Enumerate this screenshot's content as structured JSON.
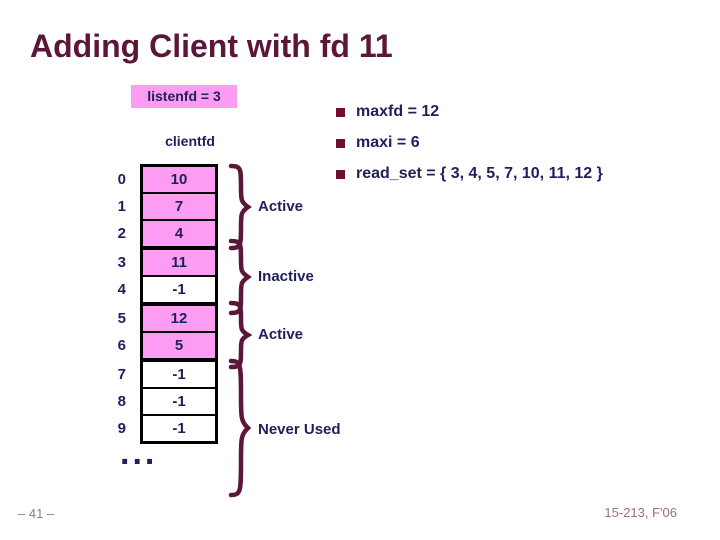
{
  "title": "Adding Client with fd 11",
  "labels": {
    "listenfd": "listenfd = 3",
    "clientfd": "clientfd"
  },
  "array": {
    "rows": [
      {
        "index": "0",
        "value": "10"
      },
      {
        "index": "1",
        "value": "7"
      },
      {
        "index": "2",
        "value": "4",
        "thick_divider": true
      },
      {
        "index": "3",
        "value": "11"
      },
      {
        "index": "4",
        "value": "-1",
        "empty": true,
        "thick_divider": true
      },
      {
        "index": "5",
        "value": "12"
      },
      {
        "index": "6",
        "value": "5",
        "thick_divider": true
      },
      {
        "index": "7",
        "value": "-1",
        "empty": true
      },
      {
        "index": "8",
        "value": "-1",
        "empty": true
      },
      {
        "index": "9",
        "value": "-1",
        "empty": true
      }
    ],
    "ellipsis": "..."
  },
  "braces": [
    {
      "label": "Active"
    },
    {
      "label": "Inactive"
    },
    {
      "label": "Active"
    },
    {
      "label": "Never Used"
    }
  ],
  "bullets": [
    "maxfd = 12",
    "maxi = 6",
    "read_set = { 3, 4, 5, 7, 10, 11, 12 }"
  ],
  "footer": {
    "page": "– 41 –",
    "course": "15-213, F'06"
  },
  "colors": {
    "maroon": "#5C1637",
    "navy": "#1F1F5C",
    "pink": "#FC9CF2",
    "bullet_square": "#6F0F30",
    "cell_border": "#000000"
  }
}
